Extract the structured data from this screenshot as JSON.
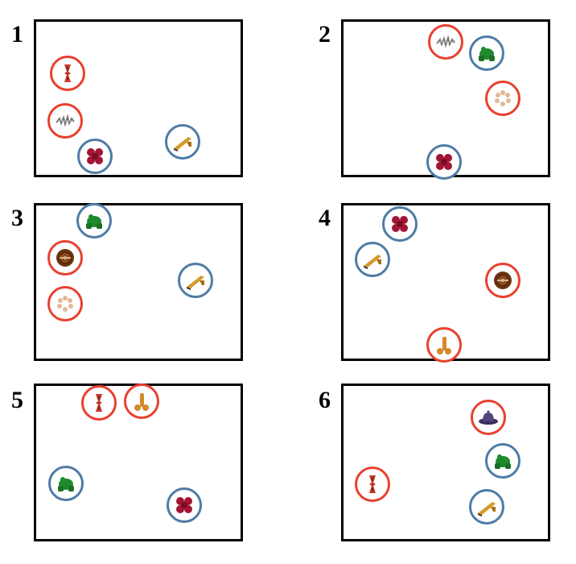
{
  "colors": {
    "red_ring": "#e8412f",
    "blue_ring": "#4f7ba6",
    "frame": "#000000"
  },
  "panels": [
    {
      "label": "1",
      "objects": [
        {
          "icon": "hourglass-icon",
          "ring": "red"
        },
        {
          "icon": "scribble-icon",
          "ring": "red"
        },
        {
          "icon": "flower-icon",
          "ring": "blue"
        },
        {
          "icon": "ramp-icon",
          "ring": "blue"
        }
      ]
    },
    {
      "label": "2",
      "objects": [
        {
          "icon": "scribble-icon",
          "ring": "red"
        },
        {
          "icon": "frog-icon",
          "ring": "blue"
        },
        {
          "icon": "wreath-icon",
          "ring": "red"
        },
        {
          "icon": "flower-icon",
          "ring": "blue"
        }
      ]
    },
    {
      "label": "3",
      "objects": [
        {
          "icon": "frog-icon",
          "ring": "blue"
        },
        {
          "icon": "wheel-icon",
          "ring": "red"
        },
        {
          "icon": "wreath-icon",
          "ring": "red"
        },
        {
          "icon": "ramp-icon",
          "ring": "blue"
        }
      ]
    },
    {
      "label": "4",
      "objects": [
        {
          "icon": "flower-icon",
          "ring": "blue"
        },
        {
          "icon": "ramp-icon",
          "ring": "blue"
        },
        {
          "icon": "wheel-icon",
          "ring": "red"
        },
        {
          "icon": "bone-icon",
          "ring": "red"
        }
      ]
    },
    {
      "label": "5",
      "objects": [
        {
          "icon": "hourglass-icon",
          "ring": "red"
        },
        {
          "icon": "bone-icon",
          "ring": "red"
        },
        {
          "icon": "frog-icon",
          "ring": "blue"
        },
        {
          "icon": "flower-icon",
          "ring": "blue"
        }
      ]
    },
    {
      "label": "6",
      "objects": [
        {
          "icon": "hat-icon",
          "ring": "red"
        },
        {
          "icon": "frog-icon",
          "ring": "blue"
        },
        {
          "icon": "hourglass-icon",
          "ring": "red"
        },
        {
          "icon": "ramp-icon",
          "ring": "blue"
        }
      ]
    }
  ]
}
